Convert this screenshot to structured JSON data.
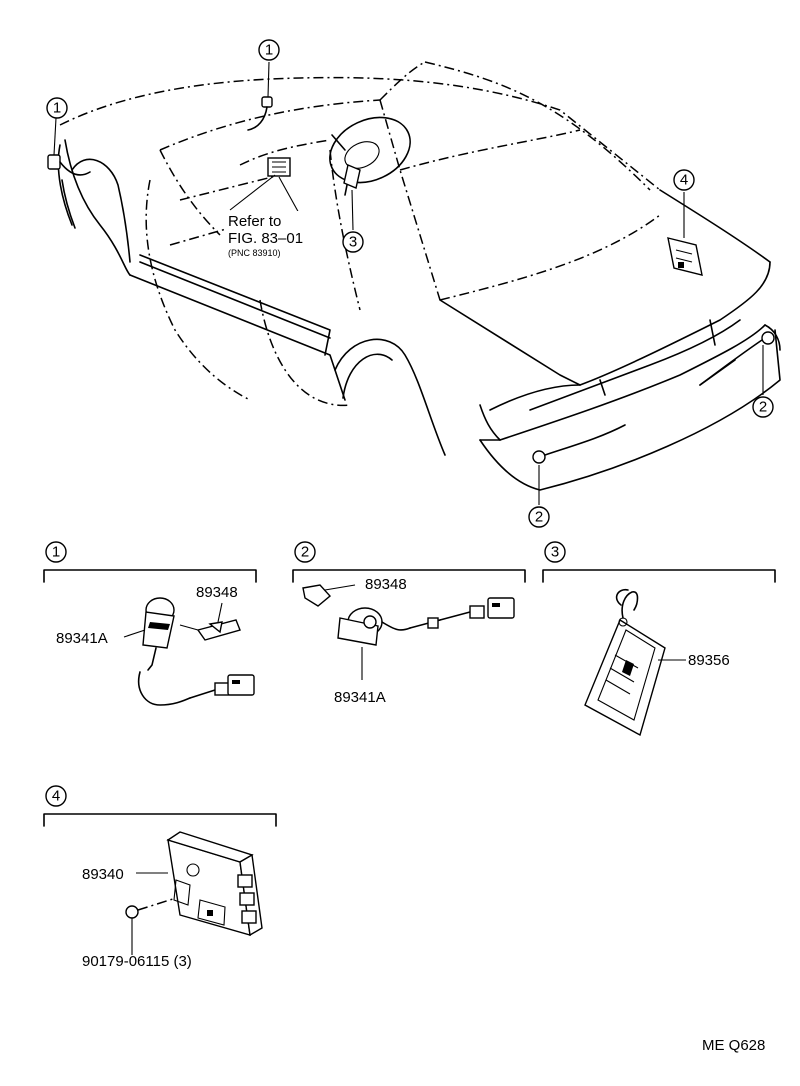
{
  "callouts": [
    "1",
    "2",
    "3",
    "4"
  ],
  "reference": {
    "line1": "Refer to",
    "line2": "FIG. 83–01",
    "line3": "(PNC 83910)"
  },
  "parts": {
    "p1_bracket": "89348",
    "p1_sensor": "89341A",
    "p2_bracket": "89348",
    "p2_sensor": "89341A",
    "p3_label": "89356",
    "p4_computer": "89340",
    "p4_nut": "90179-06115 (3)"
  },
  "footer_code": "ME Q628"
}
